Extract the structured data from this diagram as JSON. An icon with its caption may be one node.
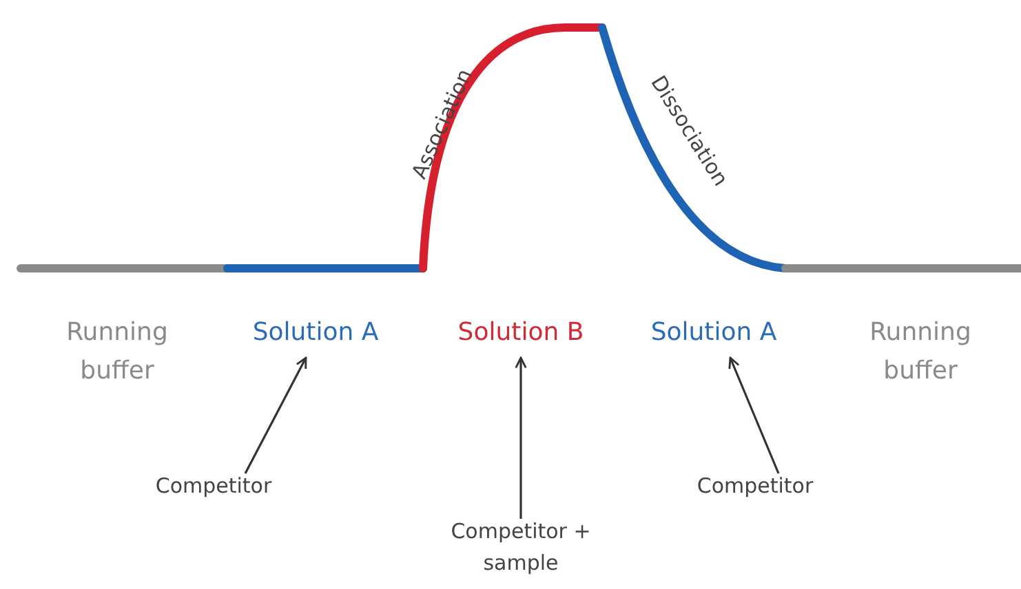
{
  "diagram": {
    "nodes": [
      {
        "text": [
          "Running buffer"
        ]
      },
      {
        "text": [
          "Solution A"
        ]
      },
      {
        "text": [
          "Solution B"
        ]
      },
      {
        "text": [
          "Solution A"
        ]
      },
      {
        "text": [
          "Running buffer"
        ]
      },
      {
        "text": [
          "Competitor"
        ]
      },
      {
        "text": [
          "Competitor + sample"
        ]
      },
      {
        "text": [
          "Competitor"
        ]
      }
    ],
    "edges": [
      {
        "from": 5,
        "to": 1,
        "arrow": "to"
      },
      {
        "from": 6,
        "to": 2,
        "arrow": "to"
      },
      {
        "from": 7,
        "to": 3,
        "arrow": "to"
      }
    ],
    "labels": [
      "Association",
      "Dissociation"
    ]
  }
}
